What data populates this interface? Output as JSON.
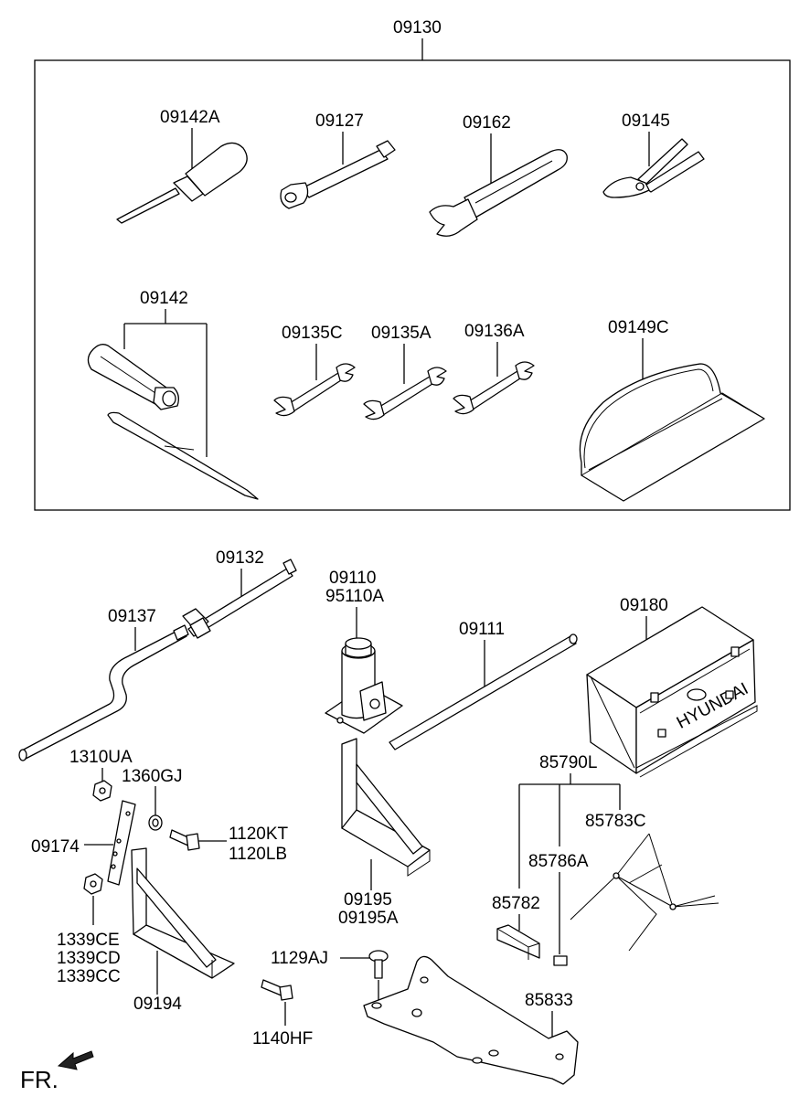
{
  "labels": {
    "kit": "09130",
    "screwdriver_a": "09142A",
    "extension_bar": "09127",
    "adjustable_wrench": "09162",
    "pliers": "09145",
    "screwdriver": "09142",
    "wrench_c": "09135C",
    "wrench_a": "09135A",
    "wrench_136a": "09136A",
    "tool_bag": "09149C",
    "jack_handle_ext": "09132",
    "jack_handle": "09137",
    "jack_1": "09110",
    "jack_2": "95110A",
    "jack_rod": "09111",
    "case": "09180",
    "nut_1310": "1310UA",
    "washer_1360": "1360GJ",
    "bolt_kt": "1120KT",
    "bolt_lb": "1120LB",
    "bracket_09174": "09174",
    "nut_ce": "1339CE",
    "nut_cd": "1339CD",
    "nut_cc": "1339CC",
    "bracket_09194": "09194",
    "bracket_09195": "09195",
    "bracket_09195a": "09195A",
    "triangle_kit": "85790L",
    "triangle": "85783C",
    "triangle_part_a": "85786A",
    "triangle_case": "85782",
    "screw_1129": "1129AJ",
    "bolt_1140": "1140HF",
    "plate_85833": "85833",
    "brand": "HYUNDAI",
    "front": "FR."
  }
}
